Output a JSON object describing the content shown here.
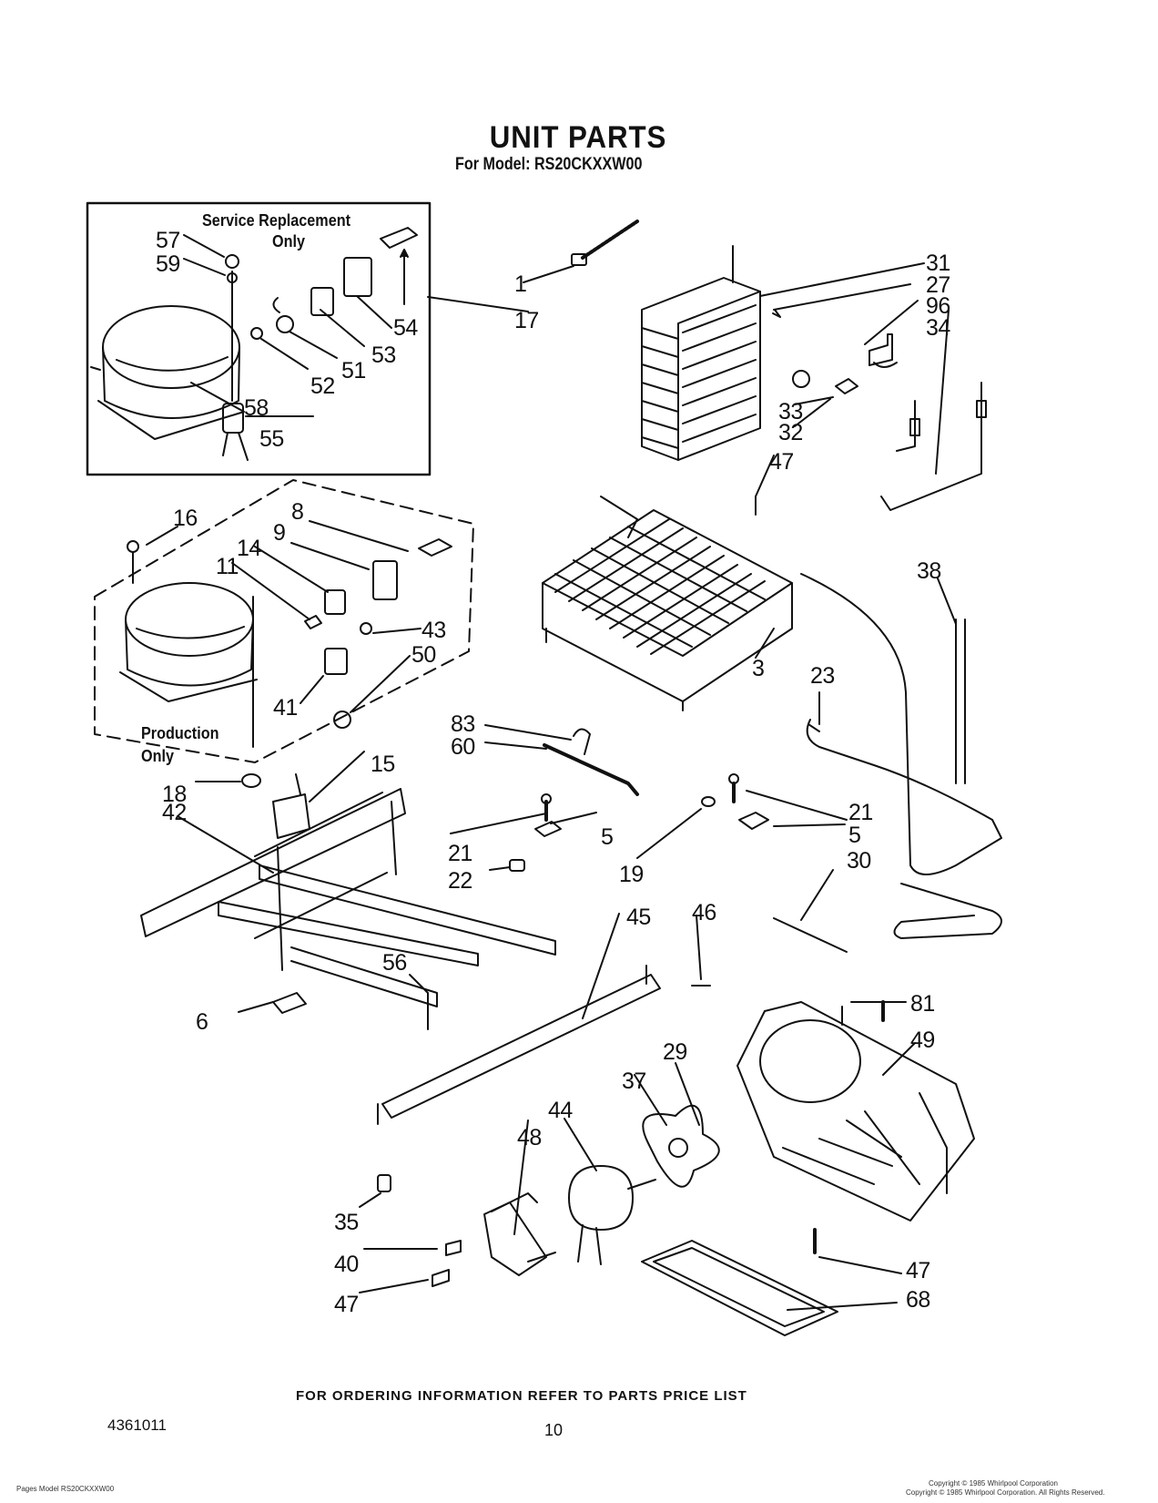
{
  "title": "UNIT PARTS",
  "subtitle": "For Model: RS20CKXXW00",
  "service_box_label_line1": "Service Replacement",
  "service_box_label_line2": "Only",
  "production_box_label_line1": "Production",
  "production_box_label_line2": "Only",
  "footer_note": "FOR ORDERING INFORMATION REFER TO PARTS PRICE LIST",
  "document_number": "4361011",
  "page_number": "10",
  "fine_print_left": "Pages Model RS20CKXXW00",
  "fine_print_right_1": "Copyright © 1985 Whirlpool Corporation",
  "fine_print_right_2": "Copyright © 1985 Whirlpool Corporation. All Rights Reserved.",
  "callouts": {
    "c57": "57",
    "c59": "59",
    "c58": "58",
    "c52": "52",
    "c51": "51",
    "c53": "53",
    "c54": "54",
    "c55": "55",
    "c17": "17",
    "c1": "1",
    "c31": "31",
    "c27": "27",
    "c96": "96",
    "c34": "34",
    "c33": "33",
    "c32": "32",
    "c47a": "47",
    "c38": "38",
    "c3": "3",
    "c23": "23",
    "c16": "16",
    "c8": "8",
    "c9": "9",
    "c14": "14",
    "c11": "11",
    "c43": "43",
    "c50": "50",
    "c41": "41",
    "c18": "18",
    "c15": "15",
    "c42": "42",
    "c83": "83",
    "c60": "60",
    "c21a": "21",
    "c5a": "5",
    "c22": "22",
    "c21b": "21",
    "c5b": "5",
    "c19": "19",
    "c30": "30",
    "c45": "45",
    "c46": "46",
    "c56": "56",
    "c6": "6",
    "c81": "81",
    "c49": "49",
    "c29": "29",
    "c37": "37",
    "c44": "44",
    "c48": "48",
    "c35": "35",
    "c40": "40",
    "c47b": "47",
    "c47c": "47",
    "c68": "68"
  }
}
